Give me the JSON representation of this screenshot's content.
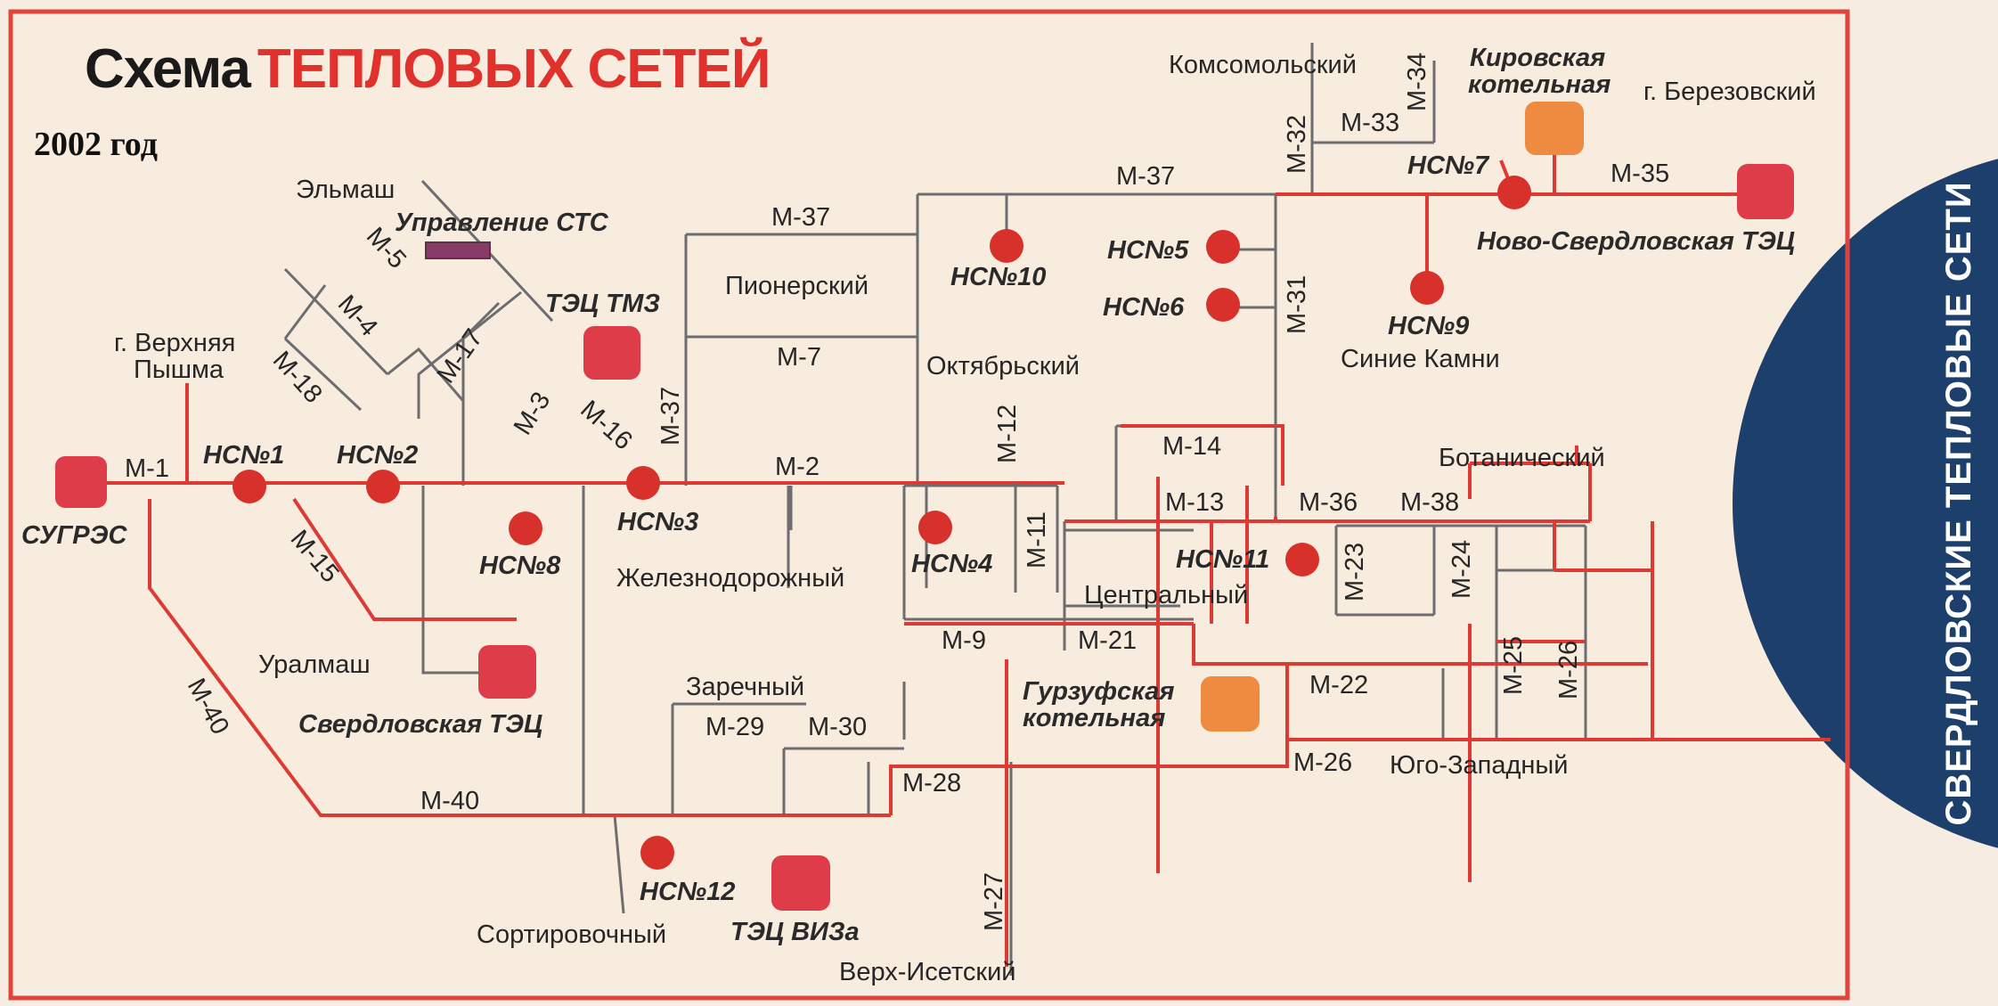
{
  "title": {
    "part1": "Схема",
    "part2": "ТЕПЛОВЫХ СЕТЕЙ"
  },
  "year": "2002 год",
  "side_text": "СВЕРДЛОВСКИЕ ТЕПЛОВЫЕ СЕТИ",
  "colors": {
    "frame": "#e0443c",
    "pipe": "#dc3a33",
    "grid": "#6d6d70",
    "station": "#dd3c48",
    "boiler": "#ef8a41",
    "node": "#d8312c",
    "circle": "#1d3f6b",
    "background": "#f6ece2"
  },
  "stations": {
    "sugres": "СУГРЭС",
    "tets_tmz": "ТЭЦ ТМЗ",
    "sverdlovsk_tets": "Свердловская ТЭЦ",
    "tets_viza": "ТЭЦ ВИЗа",
    "novo_sverdlovsk_tets": "Ново-Свердловская ТЭЦ",
    "kirov_boiler_1": "Кировская",
    "kirov_boiler_2": "котельная",
    "gurzuf_boiler_1": "Гурзуфская",
    "gurzuf_boiler_2": "котельная",
    "stc_office": "Управление СТС"
  },
  "pump_stations": {
    "ns1": "НС№1",
    "ns2": "НС№2",
    "ns3": "НС№3",
    "ns4": "НС№4",
    "ns5": "НС№5",
    "ns6": "НС№6",
    "ns7": "НС№7",
    "ns8": "НС№8",
    "ns9": "НС№9",
    "ns10": "НС№10",
    "ns11": "НС№11",
    "ns12": "НС№12"
  },
  "places": {
    "elmash": "Эльмаш",
    "verkh_pyshma_1": "г. Верхняя",
    "verkh_pyshma_2": "Пышма",
    "uralmash": "Уралмаш",
    "pionersky": "Пионерский",
    "zheleznodorozhny": "Железнодорожный",
    "zarechny": "Заречный",
    "sortirovochny": "Сортировочный",
    "verkh_isetsky": "Верх-Исетский",
    "oktyabrsky": "Октябрьский",
    "tsentralny": "Центральный",
    "komsomolsky": "Комсомольский",
    "beryozovsky": "г. Березовский",
    "sinie_kamni": "Синие Камни",
    "botanichesky": "Ботанический",
    "yugo_zapadny": "Юго-Западный"
  },
  "mains": {
    "m1": "М-1",
    "m2": "М-2",
    "m3": "М-3",
    "m4": "М-4",
    "m5": "М-5",
    "m7": "М-7",
    "m9": "М-9",
    "m11": "М-11",
    "m12": "М-12",
    "m13": "М-13",
    "m14": "М-14",
    "m15": "М-15",
    "m16": "М-16",
    "m17": "М-17",
    "m18": "М-18",
    "m21": "М-21",
    "m22": "М-22",
    "m23": "М-23",
    "m24": "М-24",
    "m25": "М-25",
    "m26": "М-26",
    "m26b": "М-26",
    "m27": "М-27",
    "m28": "М-28",
    "m29": "М-29",
    "m30": "М-30",
    "m31": "М-31",
    "m32": "М-32",
    "m33": "М-33",
    "m34": "М-34",
    "m35": "М-35",
    "m36": "М-36",
    "m37a": "М-37",
    "m37b": "М-37",
    "m37c": "М-37",
    "m38": "М-38",
    "m40a": "М-40",
    "m40b": "М-40"
  }
}
